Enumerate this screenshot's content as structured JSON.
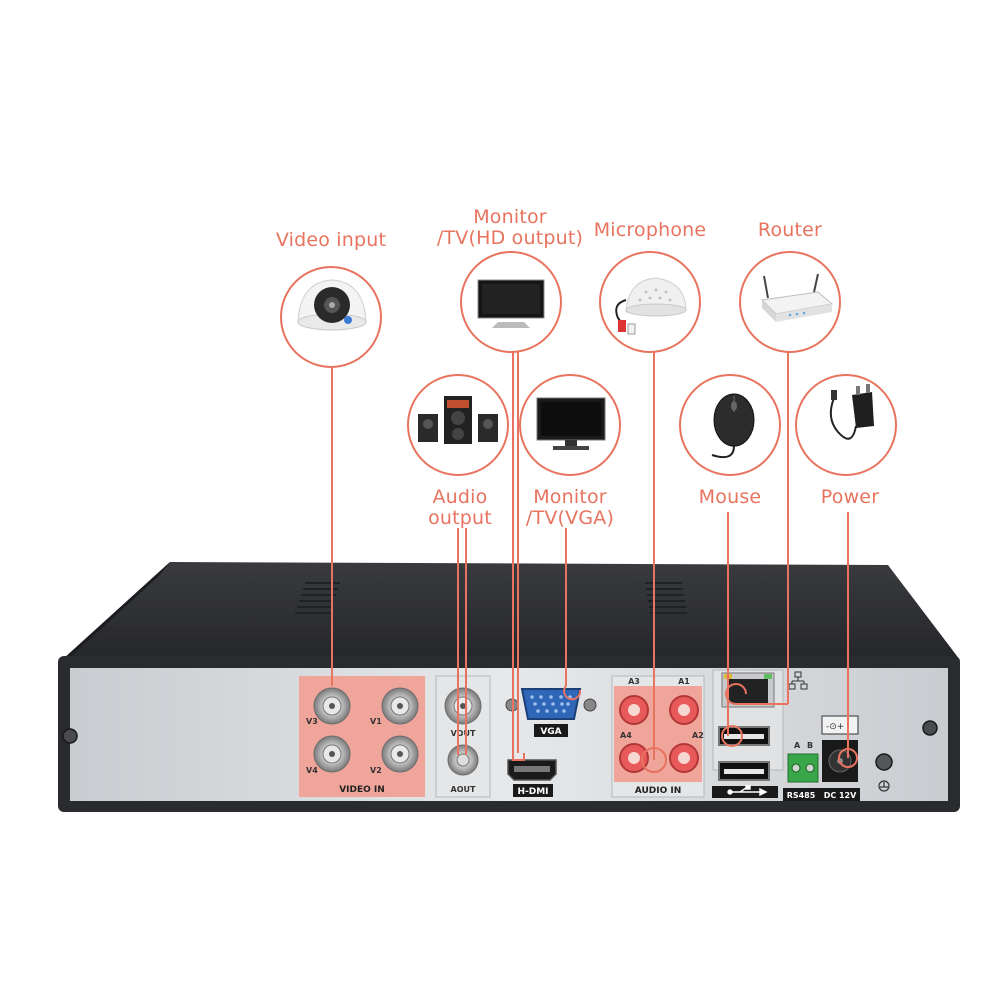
{
  "colors": {
    "accent": "#e8735e",
    "panel_highlight": "#f0a59a",
    "chassis_top": "#2f3033",
    "chassis_front": "#2a2b2e",
    "rear_panel": "#dadcdf"
  },
  "devices": {
    "video_input": {
      "label_lines": [
        "Video input"
      ],
      "icon": "dome-camera-icon"
    },
    "hd_monitor": {
      "label_lines": [
        "Monitor",
        "/TV(HD output)"
      ],
      "icon": "flat-tv-icon"
    },
    "microphone": {
      "label_lines": [
        "Microphone"
      ],
      "icon": "microphone-icon"
    },
    "router": {
      "label_lines": [
        "Router"
      ],
      "icon": "router-icon"
    },
    "audio_output": {
      "label_lines": [
        "Audio",
        "output"
      ],
      "icon": "speakers-icon"
    },
    "vga_monitor": {
      "label_lines": [
        "Monitor",
        "/TV(VGA)"
      ],
      "icon": "vga-monitor-icon"
    },
    "mouse": {
      "label_lines": [
        "Mouse"
      ],
      "icon": "mouse-icon"
    },
    "power": {
      "label_lines": [
        "Power"
      ],
      "icon": "power-adapter-icon"
    }
  },
  "rear_panel": {
    "video_in": {
      "label": "VIDEO  IN",
      "ports": [
        "V3",
        "V1",
        "V4",
        "V2"
      ]
    },
    "vout": "VOUT",
    "aout": "AOUT",
    "vga": "VGA",
    "hdmi": "H-DMI",
    "audio_in": {
      "label": "AUDIO IN",
      "ports": [
        "A3",
        "A1",
        "A4",
        "A2"
      ]
    },
    "rs485": {
      "label": "RS485",
      "pins": [
        "A",
        "B"
      ]
    },
    "dc": "DC 12V"
  }
}
